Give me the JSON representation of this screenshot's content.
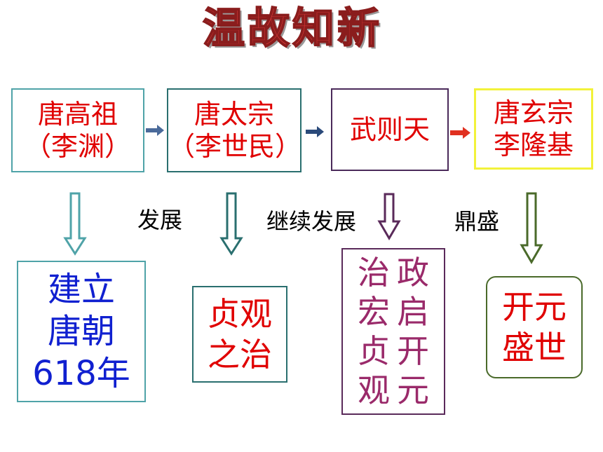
{
  "title": "温故知新",
  "top_boxes": [
    {
      "line1": "唐高祖",
      "line2": "（李渊）"
    },
    {
      "line1": "唐太宗",
      "line2": "（李世民）"
    },
    {
      "line1": "武则天"
    },
    {
      "line1": "唐玄宗",
      "line2": "李隆基"
    }
  ],
  "labels": [
    "发展",
    "继续发展",
    "鼎盛"
  ],
  "bottom_boxes": [
    {
      "lines": [
        "建立",
        "唐朝",
        "618年"
      ]
    },
    {
      "lines": [
        "贞观",
        "之治"
      ]
    },
    {
      "col_right": [
        "政",
        "启",
        "开",
        "元"
      ],
      "col_left": [
        "治",
        "宏",
        "贞",
        "观"
      ]
    },
    {
      "lines": [
        "开元",
        "盛世"
      ]
    }
  ],
  "colors": {
    "title": "#e23a3a",
    "top_text": "#e00000",
    "blue_text": "#1020d0",
    "purple_text": "#9a2a6a",
    "arrow_teal": "#4fa3a8",
    "arrow_dark_teal": "#2a6f6f",
    "arrow_purple": "#5a2a5a",
    "arrow_olive": "#4a6a2a",
    "arrow_red": "#e03020"
  }
}
